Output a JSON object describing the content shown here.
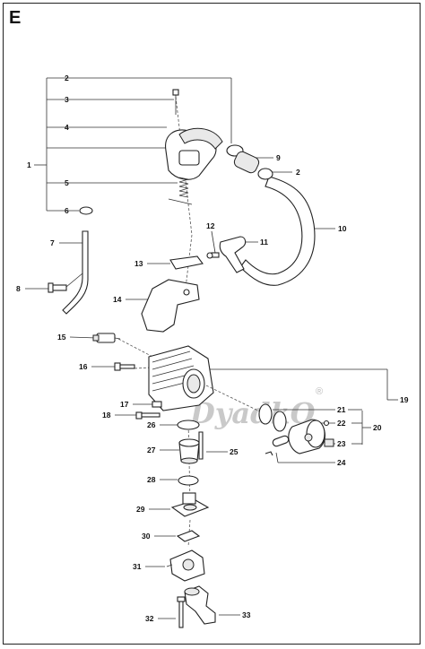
{
  "section_label": "E",
  "watermark": "DyadkO",
  "watermark_mark": "®",
  "callouts": {
    "c1": "1",
    "c2a": "2",
    "c2b": "2",
    "c3": "3",
    "c4": "4",
    "c5": "5",
    "c6": "6",
    "c7": "7",
    "c8": "8",
    "c9": "9",
    "c10": "10",
    "c11": "11",
    "c12": "12",
    "c13": "13",
    "c14": "14",
    "c15": "15",
    "c16": "16",
    "c17": "17",
    "c18": "18",
    "c19": "19",
    "c20": "20",
    "c21": "21",
    "c22": "22",
    "c23": "23",
    "c24": "24",
    "c25": "25",
    "c26": "26",
    "c27": "27",
    "c28": "28",
    "c29": "29",
    "c30": "30",
    "c31": "31",
    "c32": "32",
    "c33": "33"
  }
}
